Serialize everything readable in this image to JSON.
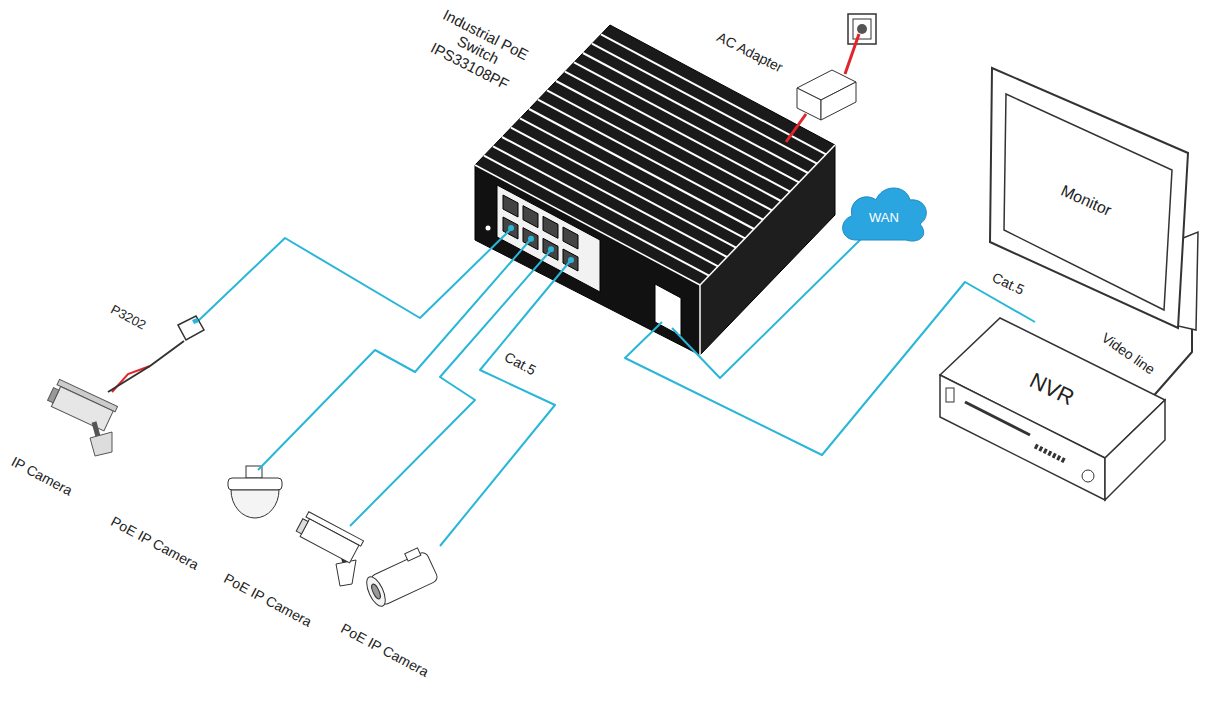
{
  "diagram": {
    "nodes": [
      {
        "text": [
          "Industrial PoE Switch IPS33108PF"
        ]
      },
      {
        "text": [
          "AC Adapter"
        ]
      },
      {
        "text": [
          "WAN"
        ]
      },
      {
        "text": [
          "Monitor"
        ]
      },
      {
        "text": [
          "NVR"
        ]
      },
      {
        "text": [
          "P3202"
        ]
      },
      {
        "text": [
          "IP Camera"
        ]
      },
      {
        "text": [
          "PoE IP Camera"
        ]
      },
      {
        "text": [
          "PoE IP Camera"
        ]
      },
      {
        "text": [
          "PoE IP Camera"
        ]
      }
    ],
    "edges": [
      {
        "from": 1,
        "to": 0,
        "arrow": "none"
      },
      {
        "from": 0,
        "to": 5,
        "arrow": "none"
      },
      {
        "from": 5,
        "to": 6,
        "arrow": "none"
      },
      {
        "from": 0,
        "to": 7,
        "arrow": "none"
      },
      {
        "from": 0,
        "to": 8,
        "arrow": "none"
      },
      {
        "from": 0,
        "to": 9,
        "label": "Cat.5",
        "arrow": "none"
      },
      {
        "from": 0,
        "to": 2,
        "arrow": "none"
      },
      {
        "from": 0,
        "to": 4,
        "label": "Cat.5",
        "arrow": "none"
      },
      {
        "from": 4,
        "to": 3,
        "label": "Video line",
        "arrow": "none"
      }
    ]
  }
}
